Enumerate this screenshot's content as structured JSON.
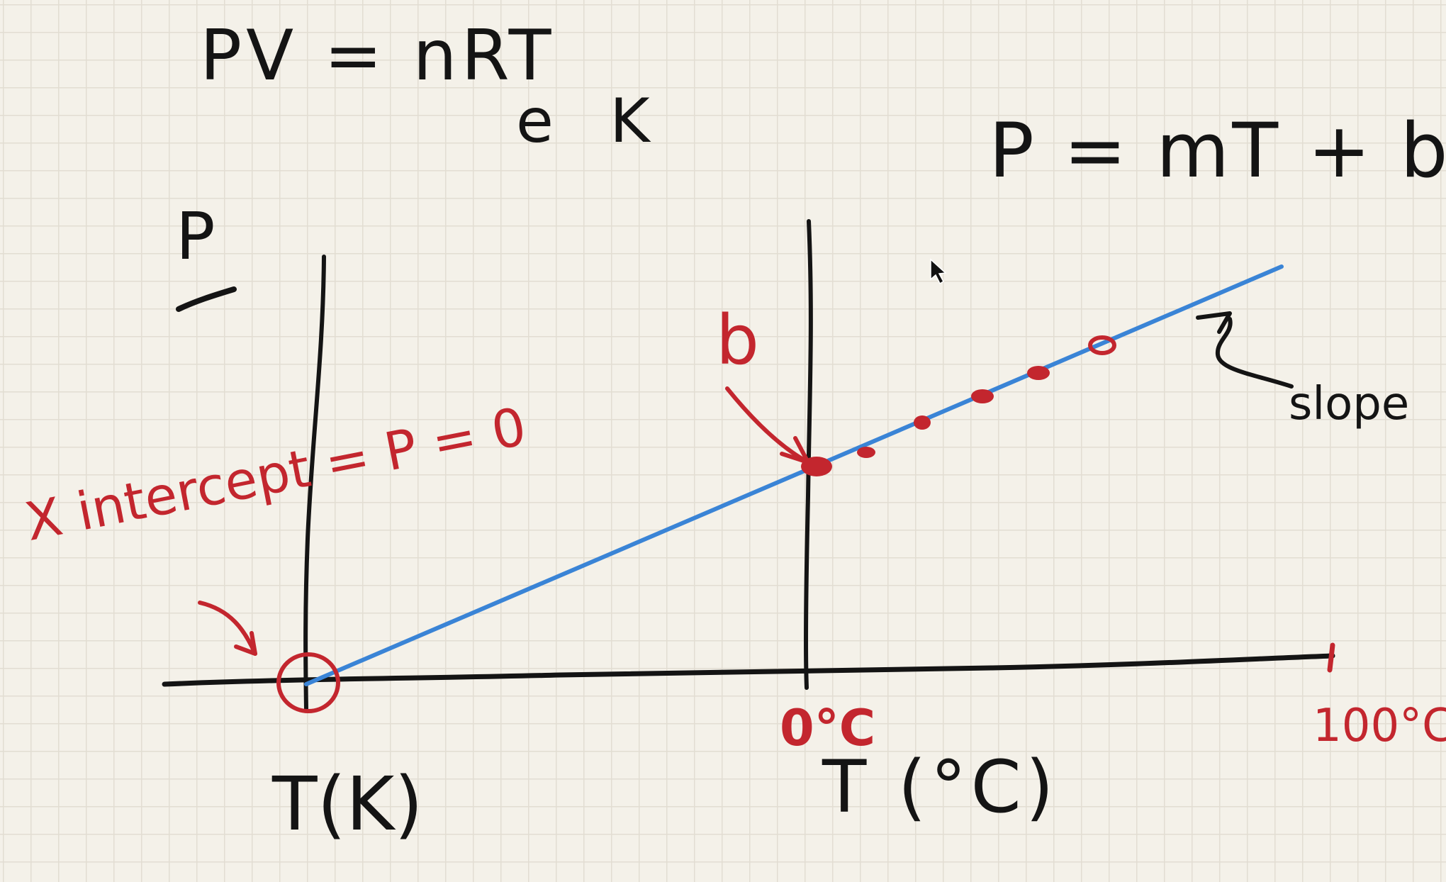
{
  "notes": {
    "ideal_gas_law": "PV = nRT",
    "kelvin_hint": "e K",
    "line_equation": "P = mT + b",
    "y_axis_label": "P",
    "intercept_label": "b",
    "slope_label": "slope",
    "x_intercept_label": "X intercept = P = 0",
    "kelvin_axis_label": "T(K)",
    "celsius_axis_label": "T (°C)",
    "zero_celsius_label": "0°C",
    "hundred_celsius_label": "100°C"
  },
  "colors": {
    "black_ink": "#141414",
    "red_ink": "#c3262e",
    "blue_line": "#3a84d6",
    "paper": "#f4f1e9",
    "grid": "#e2ddd2"
  },
  "icons": {
    "cursor": "mouse-pointer-icon"
  }
}
